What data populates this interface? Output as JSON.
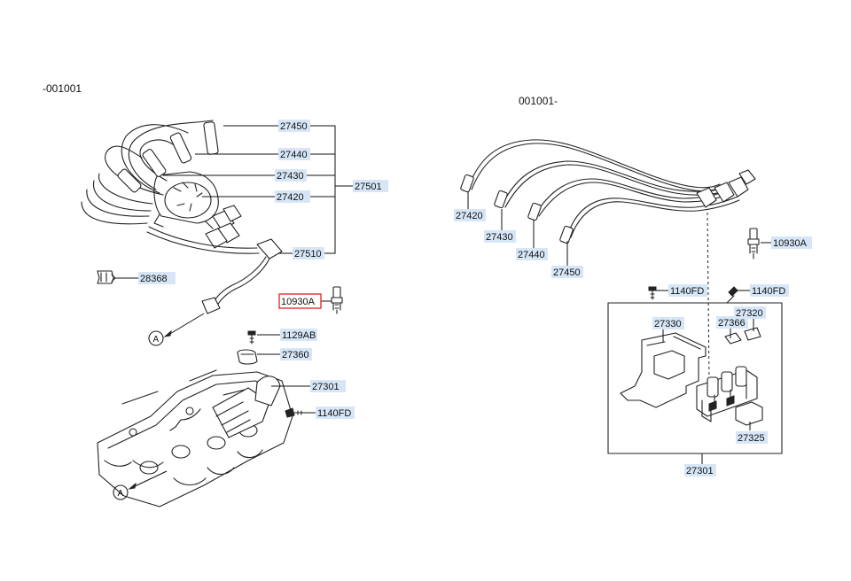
{
  "headers": {
    "left": "-001001",
    "right": "001001-"
  },
  "markers": {
    "a1": "A",
    "a2": "A"
  },
  "parts": {
    "l_27450": "27450",
    "l_27440": "27440",
    "l_27430": "27430",
    "l_27420": "27420",
    "l_27501": "27501",
    "l_27510": "27510",
    "l_28368": "28368",
    "l_10930A": "10930A",
    "l_1129AB": "1129AB",
    "l_27360": "27360",
    "l_27301": "27301",
    "l_1140FD": "1140FD",
    "r_27420": "27420",
    "r_27430": "27430",
    "r_27440": "27440",
    "r_27450": "27450",
    "r_10930A": "10930A",
    "r_1140FD_a": "1140FD",
    "r_1140FD_b": "1140FD",
    "r_27330": "27330",
    "r_27320": "27320",
    "r_27366": "27366",
    "r_27325": "27325",
    "r_27301": "27301"
  },
  "selected_part": "10930A",
  "colors": {
    "callout": "#d6e6f7",
    "selected_border": "#e02020",
    "ink": "#222222"
  }
}
